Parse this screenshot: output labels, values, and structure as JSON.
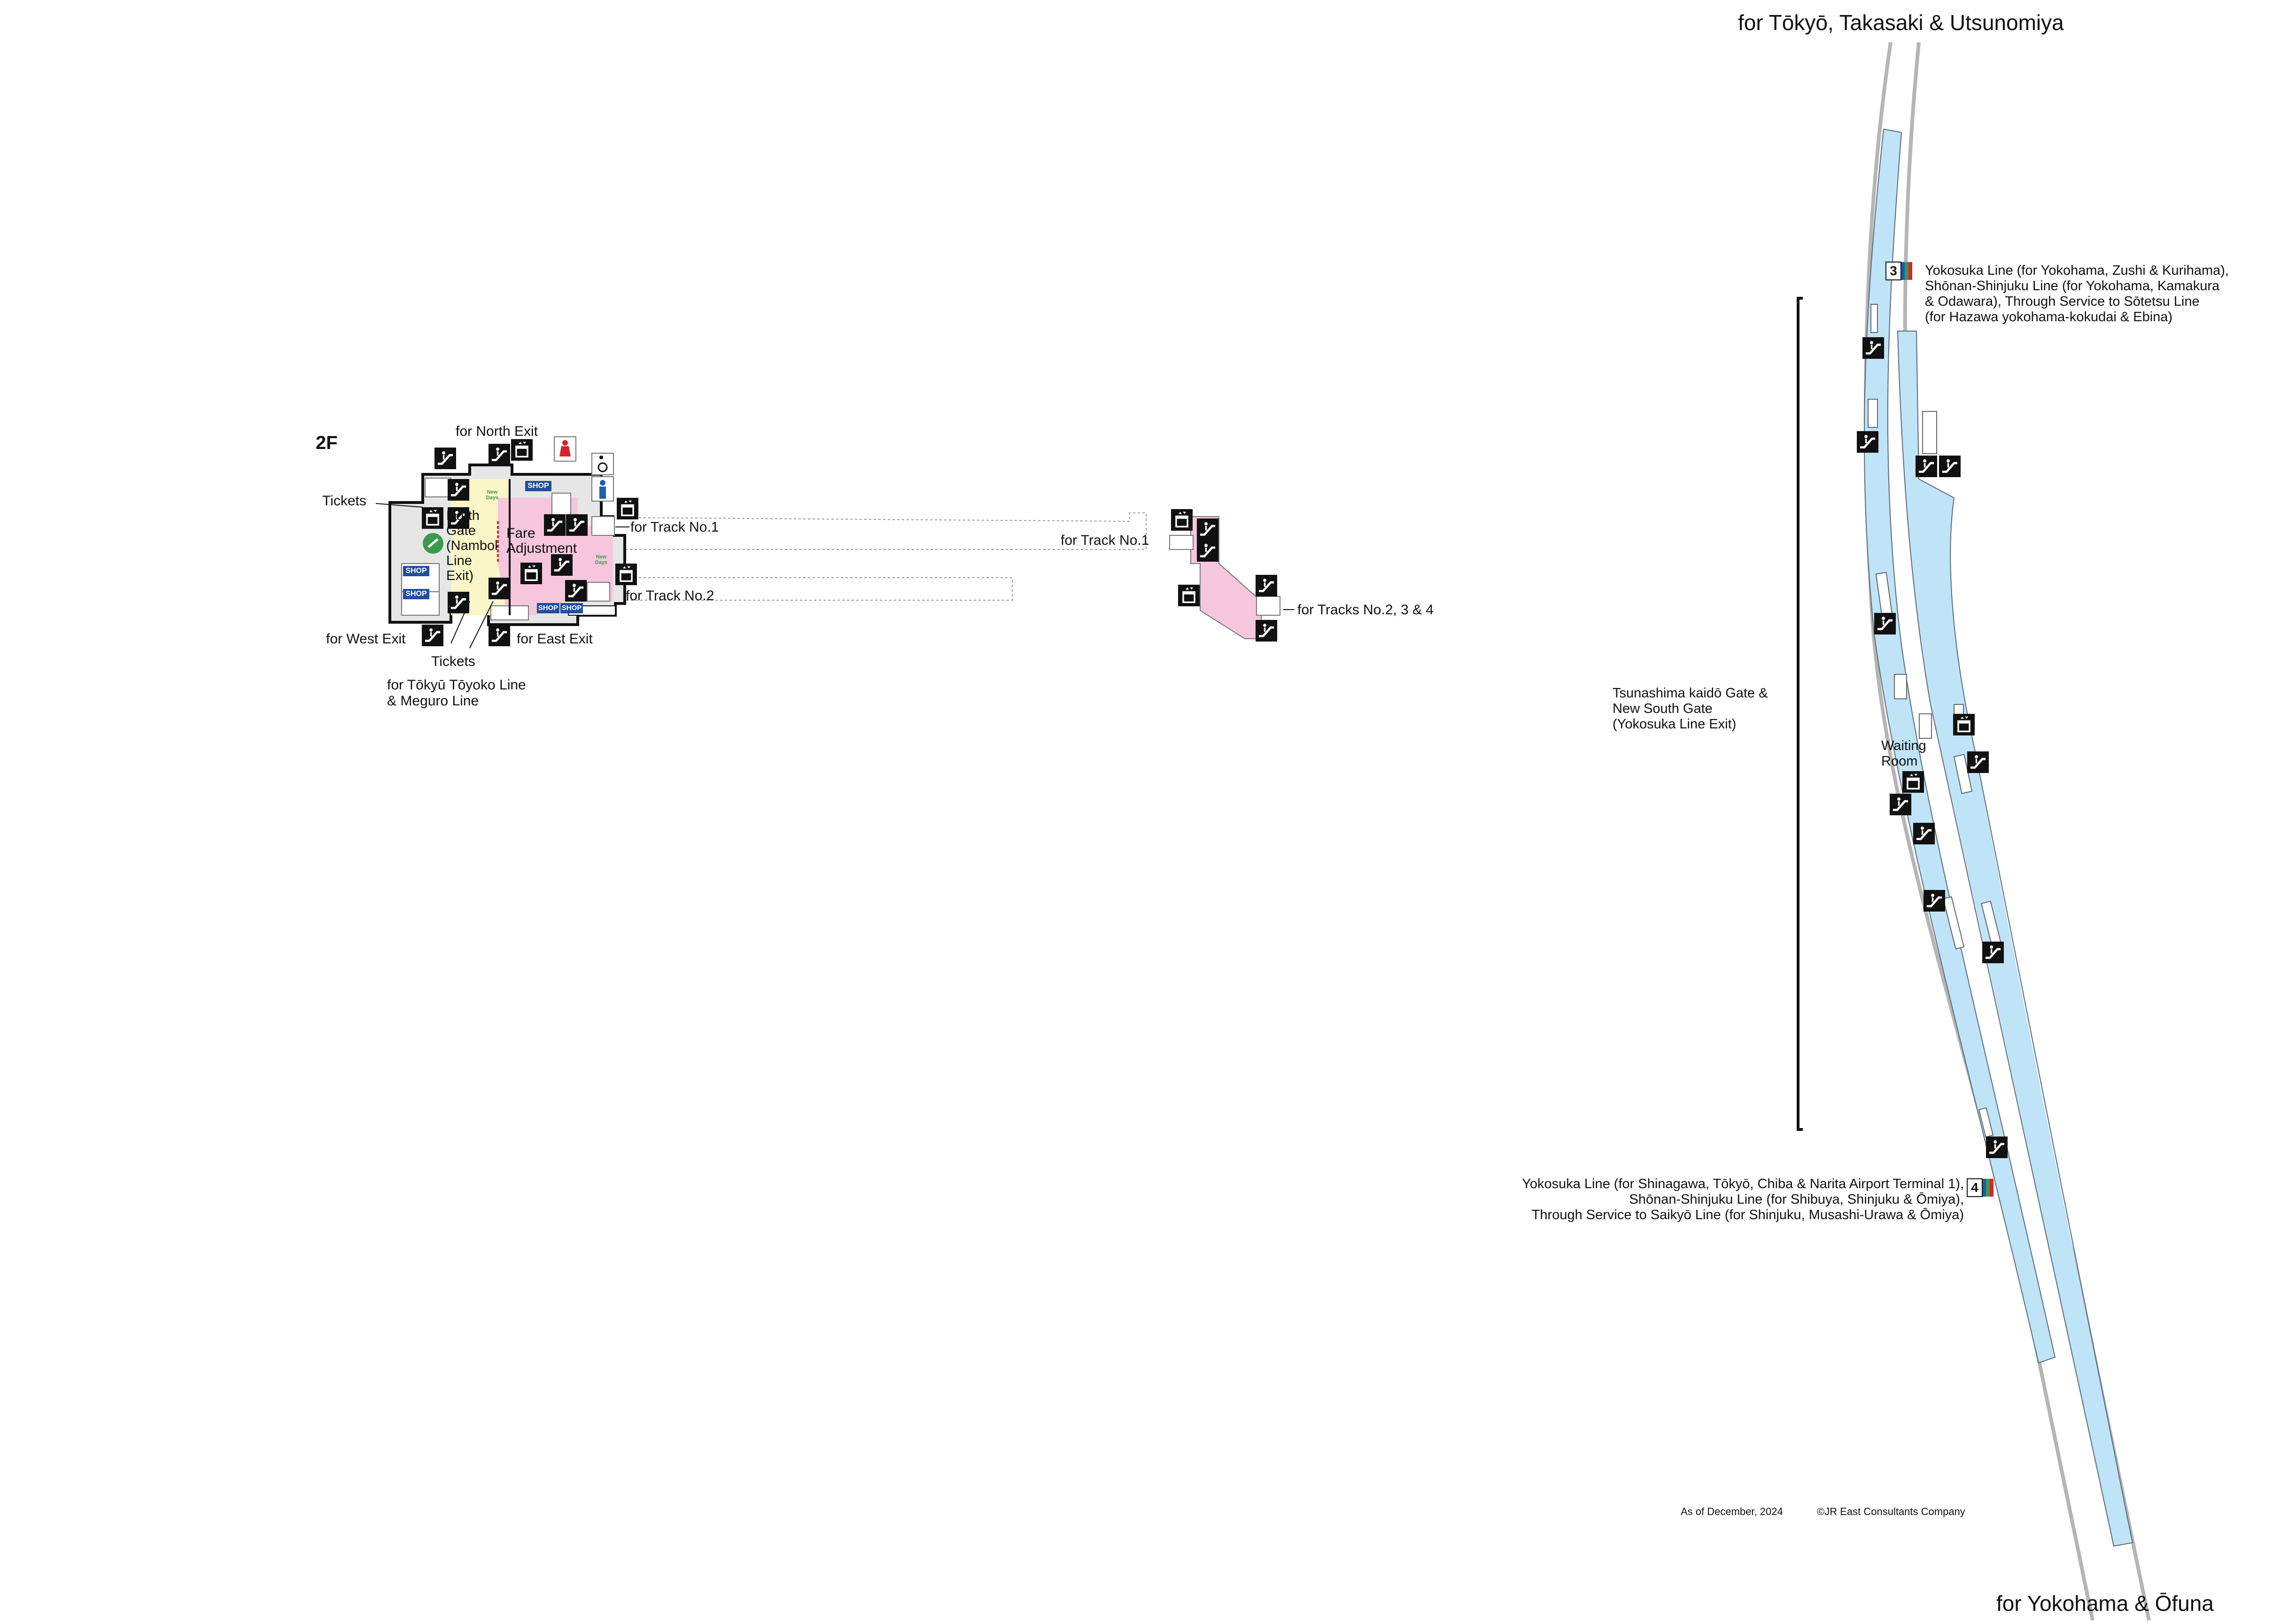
{
  "map": {
    "floor_label": "2F",
    "directions": {
      "north": "for Tōkyō, Takasaki & Utsunomiya",
      "south": "for Yokohama & Ōfuna"
    },
    "concourse": {
      "north_exit": "for North Exit",
      "tickets_top": "Tickets",
      "tickets_bottom": "Tickets",
      "north_gate": "North\nGate\n(Namboku\nLine\nExit)",
      "fare_adjustment": "Fare\nAdjustment",
      "track1_a": "for Track No.1",
      "track1_b": "for Track No.1",
      "track2": "for Track No.2",
      "tracks234": "for Tracks No.2, 3 & 4",
      "west_exit": "for West Exit",
      "east_exit": "for East Exit",
      "tokyu": "for Tōkyū Tōyoko Line\n& Meguro Line",
      "shop": "SHOP",
      "newdays": "New\nDays"
    },
    "platforms": {
      "track3_no": "3",
      "track3_desc": "Yokosuka Line (for Yokohama, Zushi & Kurihama),\nShōnan-Shinjuku Line (for Yokohama, Kamakura\n& Odawara), Through Service to Sōtetsu Line\n(for Hazawa yokohama-kokudai & Ebina)",
      "track4_no": "4",
      "track4_desc": "Yokosuka Line (for Shinagawa, Tōkyō, Chiba & Narita Airport Terminal 1),\nShōnan-Shinjuku Line (for Shibuya, Shinjuku & Ōmiya),\nThrough Service to Saikyō Line (for Shinjuku, Musashi-Urawa & Ōmiya)",
      "gate_desc": "Tsunashima kaidō Gate &\nNew South Gate\n(Yokosuka Line Exit)",
      "waiting_room": "Waiting\nRoom"
    },
    "footer": {
      "as_of": "As of December, 2024",
      "copyright": "©JR East Consultants Company"
    },
    "colors": {
      "platform": "#bfe3f7",
      "concourse_pink": "#f6c6dc",
      "concourse_yellow": "#fbf6c7",
      "concourse_gray": "#e6e6e6",
      "shop_blue": "#1f4f9c",
      "toilet_red": "#d7242a",
      "toilet_blue": "#1e5fb0",
      "namboku_green": "#3a9a4b",
      "track_gray": "#b5b5b5",
      "line_stripe_1": "#1b5ab0",
      "line_stripe_2": "#3a9a4b",
      "line_stripe_3": "#d7242a"
    },
    "icons": [
      "escalator-icon",
      "stairs-icon",
      "elevator-icon",
      "toilet-icon",
      "wheelchair-icon",
      "ticket-machine-icon"
    ]
  }
}
